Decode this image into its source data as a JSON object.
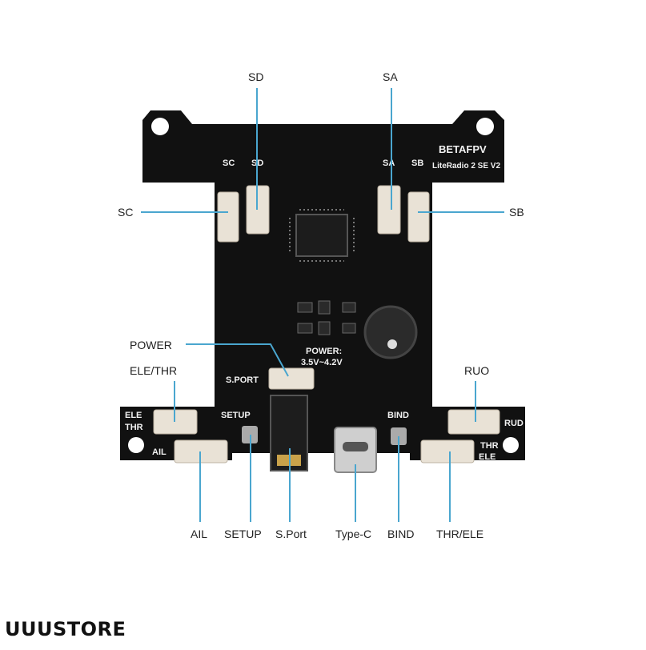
{
  "board": {
    "brand": "BETAFPV",
    "model": "LiteRadio 2 SE  V2",
    "power_label": "POWER:",
    "power_range": "3.5V~4.2V",
    "silk": {
      "sc": "SC",
      "sd": "SD",
      "sa": "SA",
      "sb": "SB",
      "sport": "S.PORT",
      "ele": "ELE",
      "thr": "THR",
      "ail": "AIL",
      "setup": "SETUP",
      "bind": "BIND",
      "rud": "RUD",
      "thr2": "THR",
      "ele2": "ELE"
    },
    "colors": {
      "pcb": "#111111",
      "silk": "#f2f2f2",
      "connector": "#e9e2d6",
      "leader": "#4aa6cf"
    }
  },
  "callouts": {
    "sd": "SD",
    "sa": "SA",
    "sc": "SC",
    "sb": "SB",
    "power": "POWER",
    "ele_thr": "ELE/THR",
    "ruo": "RUO",
    "ail": "AIL",
    "setup": "SETUP",
    "sport": "S.Port",
    "typec": "Type-C",
    "bind": "BIND",
    "thr_ele": "THR/ELE"
  },
  "watermark": "UUUSTORE"
}
